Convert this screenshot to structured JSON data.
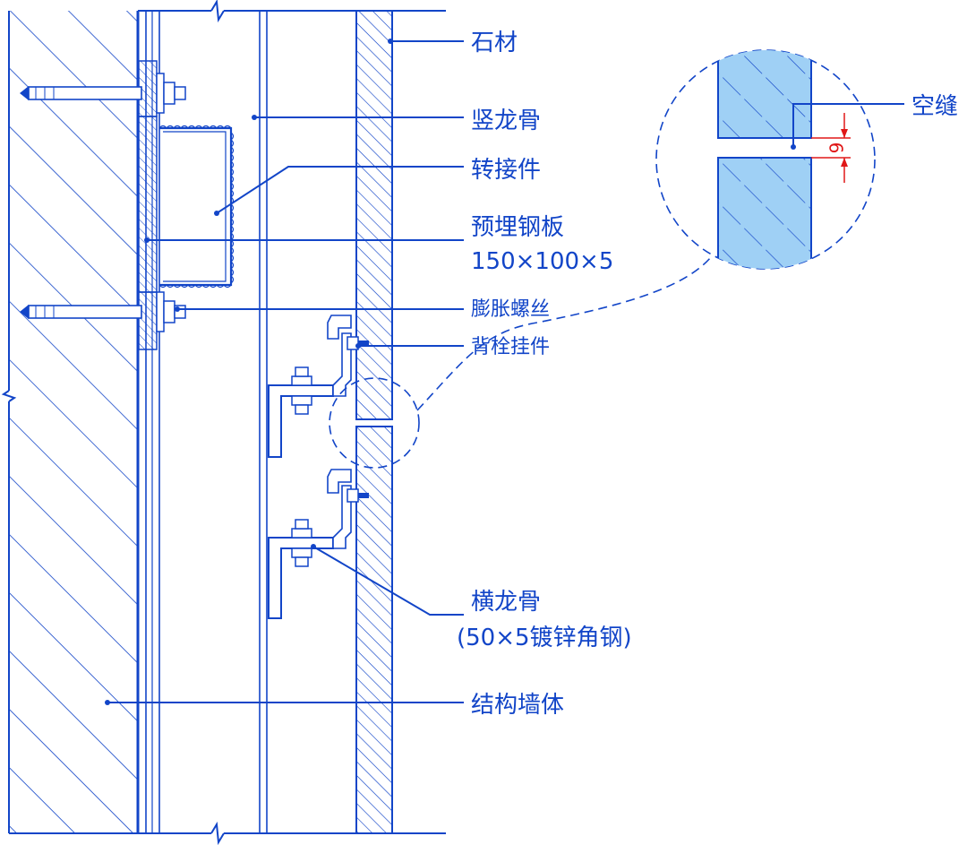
{
  "labels": {
    "stone": "石材",
    "vertical_keel": "竖龙骨",
    "adapter": "转接件",
    "embedded_plate": "预埋钢板",
    "embedded_plate_size": "150×100×5",
    "expansion_bolt": "膨胀螺丝",
    "back_bolt_hanger": "背栓挂件",
    "horizontal_keel": "横龙骨",
    "horizontal_keel_spec": "(50×5镀锌角钢)",
    "structural_wall": "结构墙体",
    "joint": "空缝"
  },
  "dimension": {
    "joint_width": "6"
  },
  "colors": {
    "line": "#1245c8",
    "stone_fill": "#9fd0f5",
    "dimension": "#e01818",
    "background": "#ffffff"
  }
}
